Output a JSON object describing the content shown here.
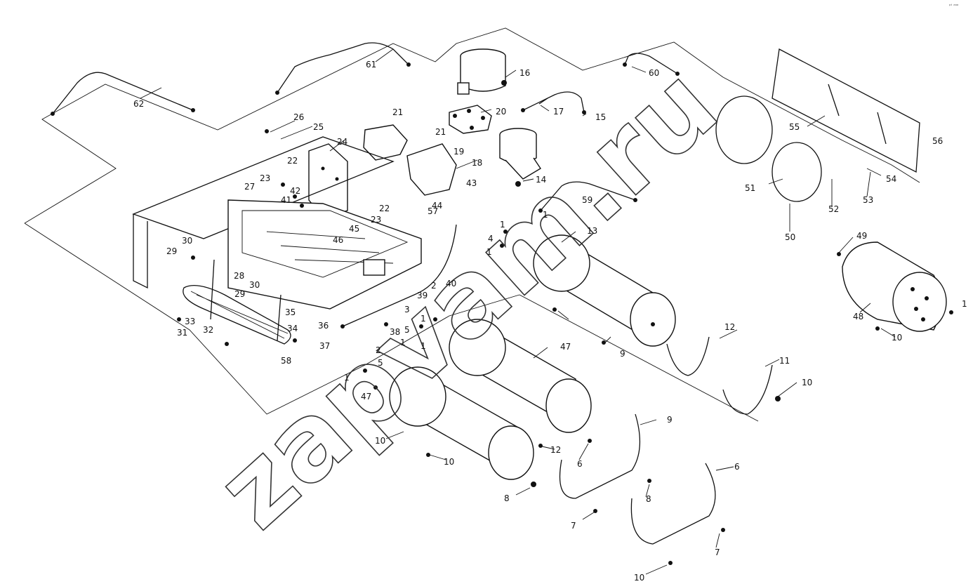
{
  "watermark": "zapvam.ru",
  "corner_mark": "ᵖᵗ ᵃᵃᵃ",
  "part_labels": [
    "62",
    "61",
    "16",
    "20",
    "21",
    "17",
    "15",
    "60",
    "55",
    "56",
    "26",
    "25",
    "24",
    "22",
    "23",
    "21",
    "19",
    "18",
    "14",
    "43",
    "44",
    "27",
    "42",
    "41",
    "22",
    "23",
    "57",
    "59",
    "1",
    "13",
    "54",
    "53",
    "51",
    "52",
    "50",
    "49",
    "48",
    "10",
    "1",
    "30",
    "29",
    "45",
    "46",
    "28",
    "30",
    "29",
    "33",
    "31",
    "32",
    "35",
    "34",
    "36",
    "37",
    "58",
    "38",
    "39",
    "2",
    "40",
    "3",
    "5",
    "1",
    "1",
    "4",
    "1",
    "1",
    "2",
    "1",
    "5",
    "1",
    "47",
    "47",
    "10",
    "10",
    "12",
    "12",
    "11",
    "10",
    "9",
    "9",
    "6",
    "6",
    "8",
    "8",
    "7",
    "7",
    "10"
  ]
}
